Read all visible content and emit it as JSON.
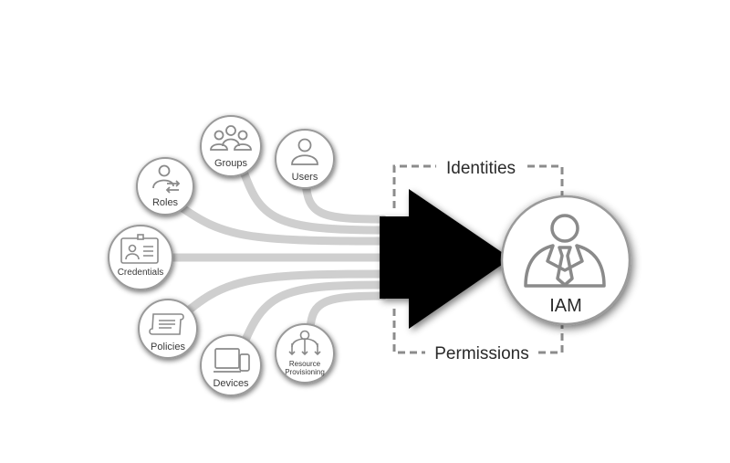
{
  "nodes": {
    "groups": "Groups",
    "users": "Users",
    "roles": "Roles",
    "credentials": "Credentials",
    "policies": "Policies",
    "devices": "Devices",
    "resource_provisioning": [
      "Resource",
      "Provisioning"
    ]
  },
  "labels": {
    "identities": "Identities",
    "permissions": "Permissions",
    "iam": "IAM"
  },
  "colors": {
    "line": "#c4c4c4",
    "circle_stroke": "#9a9a9a",
    "icon": "#8a8a8a",
    "arrow": "#000000",
    "dash": "#8c8c8c"
  }
}
